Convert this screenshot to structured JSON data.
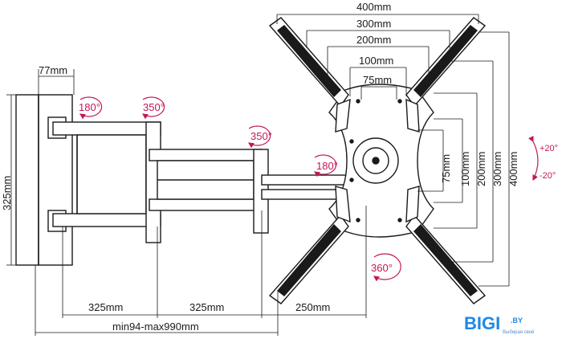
{
  "dimensions": {
    "plate_depth": "77mm",
    "plate_height": "325mm",
    "arm_1": "325mm",
    "arm_2": "325mm",
    "arm_3": "250mm",
    "extension": "min94-max990mm",
    "vesa_h": [
      "400mm",
      "300mm",
      "200mm",
      "100mm",
      "75mm"
    ],
    "vesa_v": [
      "75mm",
      "100mm",
      "200mm",
      "300mm",
      "400mm"
    ]
  },
  "rotations": {
    "wall_joint": "180°",
    "arm1_joint": "350°",
    "arm2_joint": "350°",
    "head_joint": "180°",
    "plate_rotation": "360°"
  },
  "tilt": {
    "up": "+20°",
    "down": "-20°"
  },
  "brand": {
    "name": "BIGI",
    "suffix": ".BY",
    "tagline": "Выбирая своё"
  },
  "colors": {
    "accent": "#c2185b",
    "line": "#1a1a1a",
    "brand_blue": "#1e88e5"
  }
}
